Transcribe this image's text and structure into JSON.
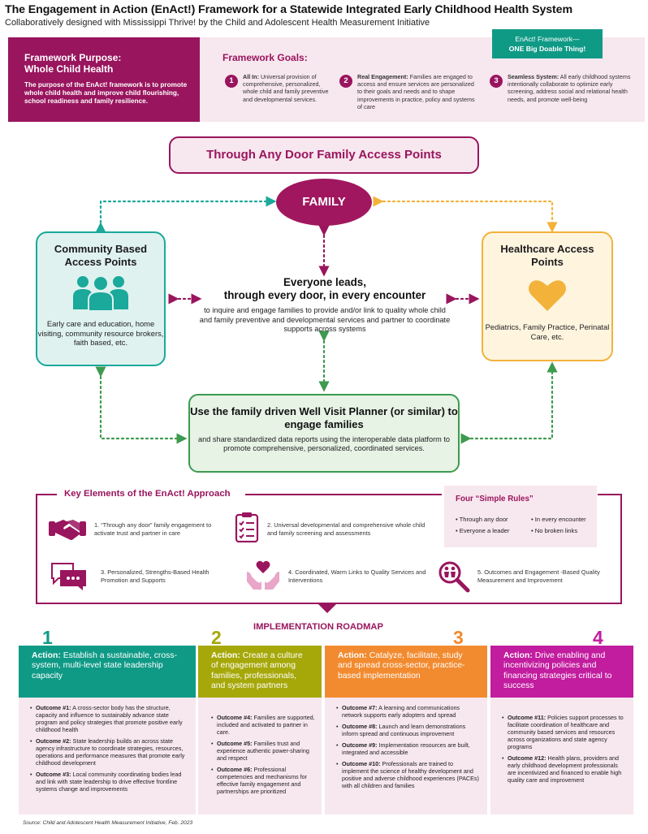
{
  "header": {
    "title": "The Engagement in Action (EnAct!) Framework for a Statewide Integrated Early Childhood Health System",
    "subtitle": "Collaboratively designed with Mississippi Thrive! by the Child and Adolescent Health Measurement Initiative"
  },
  "purpose": {
    "title_line1": "Framework Purpose:",
    "title_line2": "Whole Child Health",
    "text": "The purpose of the EnAct! framework is to promote whole child health and improve child flourishing, school readiness and family resilience."
  },
  "goals": {
    "title": "Framework Goals:",
    "badge_line1": "EnAct! Framework—",
    "badge_line2": "ONE Big Doable Thing!",
    "items": [
      {
        "num": "1",
        "lead": "All In:",
        "text": " Universal provision of comprehensive, personalized, whole child and family preventive and developmental services."
      },
      {
        "num": "2",
        "lead": "Real Engagement:",
        "text": " Families are engaged to access and ensure services are personalized to their goals and needs and to shape improvements in practice, policy and systems of care"
      },
      {
        "num": "3",
        "lead": "Seamless System:",
        "text": " All early childhood systems intentionally collaborate to optimize early screening, address social and relational health needs, and promote well-being"
      }
    ]
  },
  "access": {
    "door_title": "Through Any Door Family Access Points",
    "family": "FAMILY",
    "community_title": "Community Based Access Points",
    "community_text": "Early care and education, home visiting, community resource brokers, faith based, etc.",
    "healthcare_title": "Healthcare Access Points",
    "healthcare_text": "Pediatrics, Family Practice, Perinatal Care, etc.",
    "everyone_line1": "Everyone leads,",
    "everyone_line2": "through every door, in every encounter",
    "everyone_text": "to inquire and engage families to provide and/or link to quality whole child and family preventive and developmental services and partner to coordinate supports across systems",
    "planner_title": "Use the family driven Well Visit Planner (or similar) to engage families",
    "planner_text": "and share standardized data reports using the interoperable data platform to promote comprehensive, personalized, coordinated services."
  },
  "key_elements": {
    "title": "Key Elements of the EnAct! Approach",
    "items": [
      {
        "text": "1. “Through any door” family engagement to activate trust and partner in care",
        "icon": "handshake-icon"
      },
      {
        "text": "2. Universal developmental and comprehensive whole child and family screening and assessments",
        "icon": "clipboard-icon"
      },
      {
        "text": "3. Personalized, Strengths-Based Health Promotion and Supports",
        "icon": "chat-bubbles-icon"
      },
      {
        "text": "4. Coordinated, Warm Links to Quality Services and Interventions",
        "icon": "heart-hands-icon"
      },
      {
        "text": "5. Outcomes and Engagement -Based Quality Measurement and Improvement",
        "icon": "magnifier-icon"
      }
    ]
  },
  "rules": {
    "title": "Four “Simple Rules”",
    "items": [
      "Through any door",
      "In every encounter",
      "Everyone a leader",
      "No broken links"
    ]
  },
  "roadmap": {
    "title": "IMPLEMENTATION ROADMAP",
    "action_label": "Action:",
    "columns": [
      {
        "num": "1",
        "color": "#0f9a86",
        "action": "Establish a sustainable, cross-system, multi-level state leadership capacity",
        "outcomes": [
          {
            "lead": "Outcome #1:",
            "text": " A cross-sector body has the structure, capacity and influence to sustainably advance state program and policy strategies that promote positive early childhood health"
          },
          {
            "lead": "Outcome #2:",
            "text": " State leadership builds an across state agency infrastructure to coordinate strategies, resources, operations and performance measures that promote early childhood development"
          },
          {
            "lead": "Outcome #3:",
            "text": " Local community coordinating bodies lead and link with state leadership to drive effective frontline systems change and improvements"
          }
        ]
      },
      {
        "num": "2",
        "color": "#a6a80a",
        "action": "Create a culture of engagement among families, professionals, and system partners",
        "outcomes": [
          {
            "lead": "Outcome #4:",
            "text": " Families are supported, included and activated to partner in care."
          },
          {
            "lead": "Outcome #5:",
            "text": " Families trust and experience authentic power-sharing and respect"
          },
          {
            "lead": "Outcome #6:",
            "text": " Professional competencies and mechanisms for effective family engagement and partnerships are prioritized"
          }
        ]
      },
      {
        "num": "3",
        "color": "#f28b30",
        "action": "Catalyze, facilitate, study and spread cross-sector, practice-based implementation",
        "outcomes": [
          {
            "lead": "Outcome #7:",
            "text": " A learning and communications network supports early adopters and spread"
          },
          {
            "lead": "Outcome #8:",
            "text": " Launch and learn demonstrations inform spread and continuous improvement"
          },
          {
            "lead": "Outcome #9:",
            "text": " Implementation resources are built, integrated and accessible"
          },
          {
            "lead": "Outcome #10:",
            "text": " Professionals are trained to implement the science of healthy development and positive and adverse childhood experiences (PACEs) with all children and families"
          }
        ]
      },
      {
        "num": "4",
        "color": "#c21c9f",
        "action": "Drive enabling and incentivizing policies and financing strategies critical to success",
        "outcomes": [
          {
            "lead": "Outcome #11:",
            "text": " Policies support processes to facilitate coordination of healthcare and community based services and resources across organizations and state agency programs"
          },
          {
            "lead": "Outcome #12:",
            "text": " Health plans, providers and early childhood development professionals are incentivized and financed to enable high quality care and improvement"
          }
        ]
      }
    ]
  },
  "source": "Source: Child and Adolescent Health Measurement Initiative, Feb. 2023",
  "colors": {
    "magenta": "#99155e",
    "teal": "#1aa99b",
    "gold": "#f3b23a",
    "green": "#3d9a4f"
  }
}
